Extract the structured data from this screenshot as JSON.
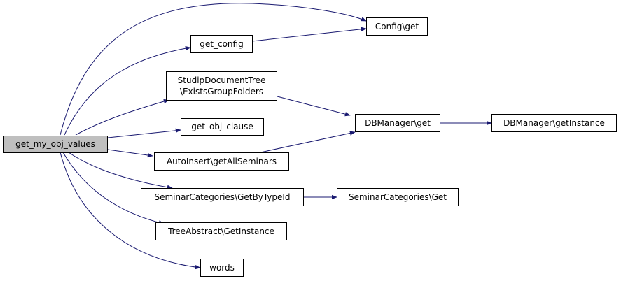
{
  "graph": {
    "root": "get_my_obj_values",
    "nodes": {
      "get_my_obj_values": "get_my_obj_values",
      "config_get": "Config\\get",
      "get_config": "get_config",
      "studip_tree_line1": "StudipDocumentTree",
      "studip_tree_line2": "\\ExistsGroupFolders",
      "get_obj_clause": "get_obj_clause",
      "dbmanager_get": "DBManager\\get",
      "dbmanager_getinstance": "DBManager\\getInstance",
      "autoinsert_getallseminars": "AutoInsert\\getAllSeminars",
      "seminarcategories_getbytypeid": "SeminarCategories\\GetByTypeId",
      "seminarcategories_get": "SeminarCategories\\Get",
      "treeabstract_getinstance": "TreeAbstract\\GetInstance",
      "words": "words"
    },
    "edges": [
      [
        "get_my_obj_values",
        "config_get"
      ],
      [
        "get_my_obj_values",
        "get_config"
      ],
      [
        "get_config",
        "config_get"
      ],
      [
        "get_my_obj_values",
        "studip_document_tree"
      ],
      [
        "studip_document_tree",
        "dbmanager_get"
      ],
      [
        "get_my_obj_values",
        "get_obj_clause"
      ],
      [
        "get_my_obj_values",
        "autoinsert_getallseminars"
      ],
      [
        "autoinsert_getallseminars",
        "dbmanager_get"
      ],
      [
        "dbmanager_get",
        "dbmanager_getinstance"
      ],
      [
        "get_my_obj_values",
        "seminarcategories_getbytypeid"
      ],
      [
        "seminarcategories_getbytypeid",
        "seminarcategories_get"
      ],
      [
        "get_my_obj_values",
        "treeabstract_getinstance"
      ],
      [
        "get_my_obj_values",
        "words"
      ]
    ],
    "colors": {
      "edge": "#191970",
      "root_fill": "#bfbfbf",
      "node_fill": "#ffffff",
      "node_border": "#000000"
    }
  }
}
